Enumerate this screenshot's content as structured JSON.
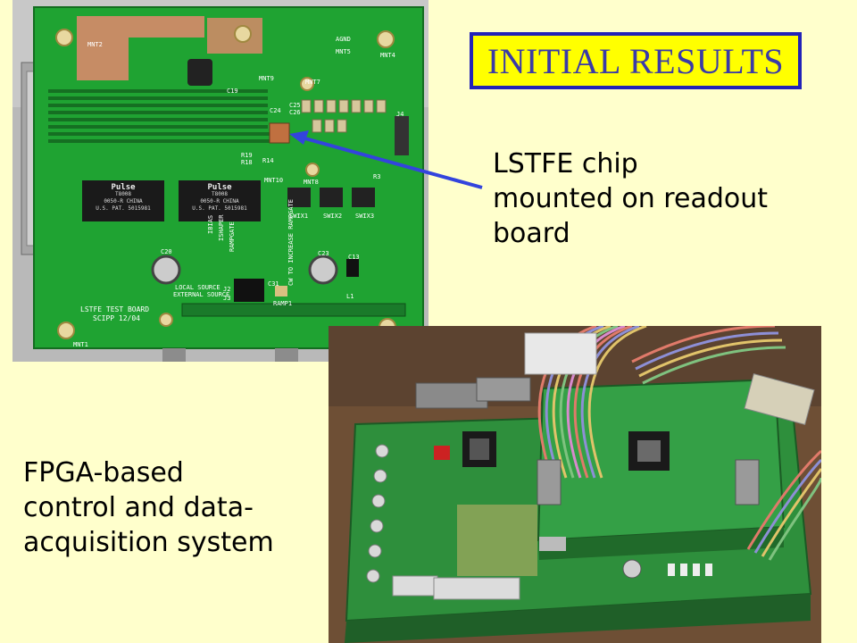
{
  "slide": {
    "title": "INITIAL RESULTS",
    "caption_top": [
      "LSTFE chip",
      "mounted on readout",
      "board"
    ],
    "caption_bottom": [
      "FPGA-based",
      "control and data-",
      "acquisition system"
    ]
  },
  "board_top": {
    "labels": {
      "mnt2": "MNT2",
      "agnd": "AGND",
      "mnt5": "MNT5",
      "mnt4": "MNT4",
      "c19": "C19",
      "mnt9": "MNT9",
      "mnt7": "MNT7",
      "c24": "C24",
      "c25": "C25",
      "c26": "C26",
      "j4": "J4",
      "r19": "R19",
      "r18": "R18",
      "r14": "R14",
      "mnt10": "MNT10",
      "mnt8": "MNT8",
      "r3": "R3",
      "swix1": "SWIX1",
      "swix2": "SWIX2",
      "swix3": "SWIX3",
      "c20": "C20",
      "c23": "C23",
      "c13": "C13",
      "ibias": "IBIAS",
      "ishaper": "ISHAPER",
      "rampgate": "RAMPGATE",
      "ramp_inc": "CW TO INCREASE RAMPGATE",
      "local_source": "LOCAL SOURCE",
      "external_source": "EXTERNAL SOURCE",
      "ramp1": "RAMP1",
      "l1": "L1",
      "c31": "C31",
      "j2": "J2",
      "j3": "J3",
      "board_name": "LSTFE TEST BOARD",
      "board_id": "SCIPP 12/04",
      "mnt1": "MNT1"
    },
    "ic1": {
      "brand": "Pulse",
      "part": "T8008",
      "line1": "0050-R  CHINA",
      "line2": "U.S. PAT. 5015981"
    },
    "ic2": {
      "brand": "Pulse",
      "part": "T8008",
      "line1": "0050-R  CHINA",
      "line2": "U.S. PAT. 5015981"
    }
  },
  "colors": {
    "pcb": "#1fa332",
    "background": "#ffffcc",
    "title_bg": "#ffff00",
    "title_border": "#2222b8",
    "title_text": "#3a3aa8",
    "arrow": "#3344dd"
  }
}
